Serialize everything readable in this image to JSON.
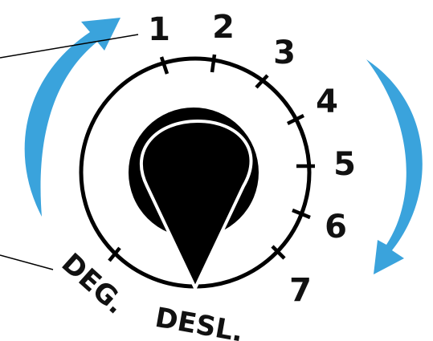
{
  "dial": {
    "scale": [
      "1",
      "2",
      "3",
      "4",
      "5",
      "6",
      "7"
    ],
    "defrost_label": "DEG.",
    "off_label": "DESL."
  },
  "colors": {
    "arrow": "#3aa3dc",
    "knob": "#000000",
    "stroke": "#000000",
    "background": "#ffffff"
  },
  "icons": {
    "rotation": "curved-arrow-icon",
    "knob": "teardrop-pointer-icon"
  }
}
